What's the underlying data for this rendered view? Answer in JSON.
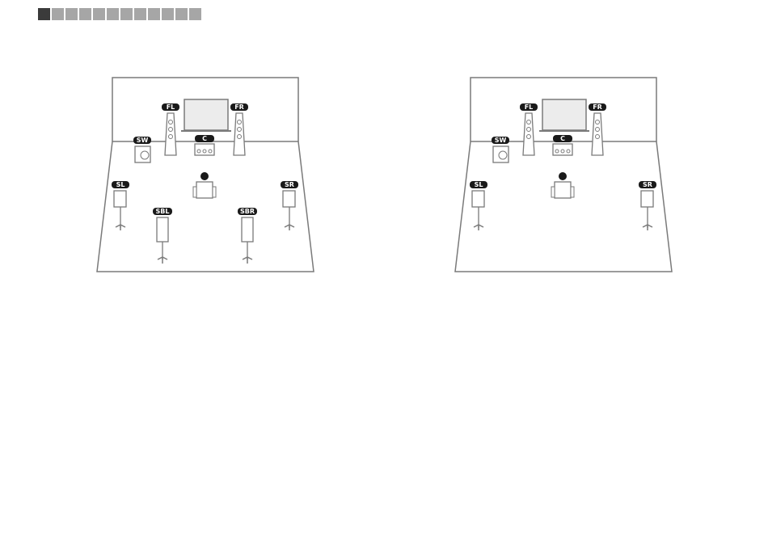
{
  "progress": {
    "total": 12,
    "current": 1
  },
  "colors": {
    "outline": "#7a7a7a",
    "label_bg": "#1a1a1a",
    "screen": "#ececec",
    "indicator_active": "#3b3b3b",
    "indicator_inactive": "#a6a6a6"
  },
  "diagrams": [
    {
      "labels": {
        "fl": "FL",
        "fr": "FR",
        "c": "C",
        "sw": "SW",
        "sl": "SL",
        "sr": "SR",
        "sbl": "SBL",
        "sbr": "SBR"
      }
    },
    {
      "labels": {
        "fl": "FL",
        "fr": "FR",
        "c": "C",
        "sw": "SW",
        "sl": "SL",
        "sr": "SR"
      }
    }
  ]
}
